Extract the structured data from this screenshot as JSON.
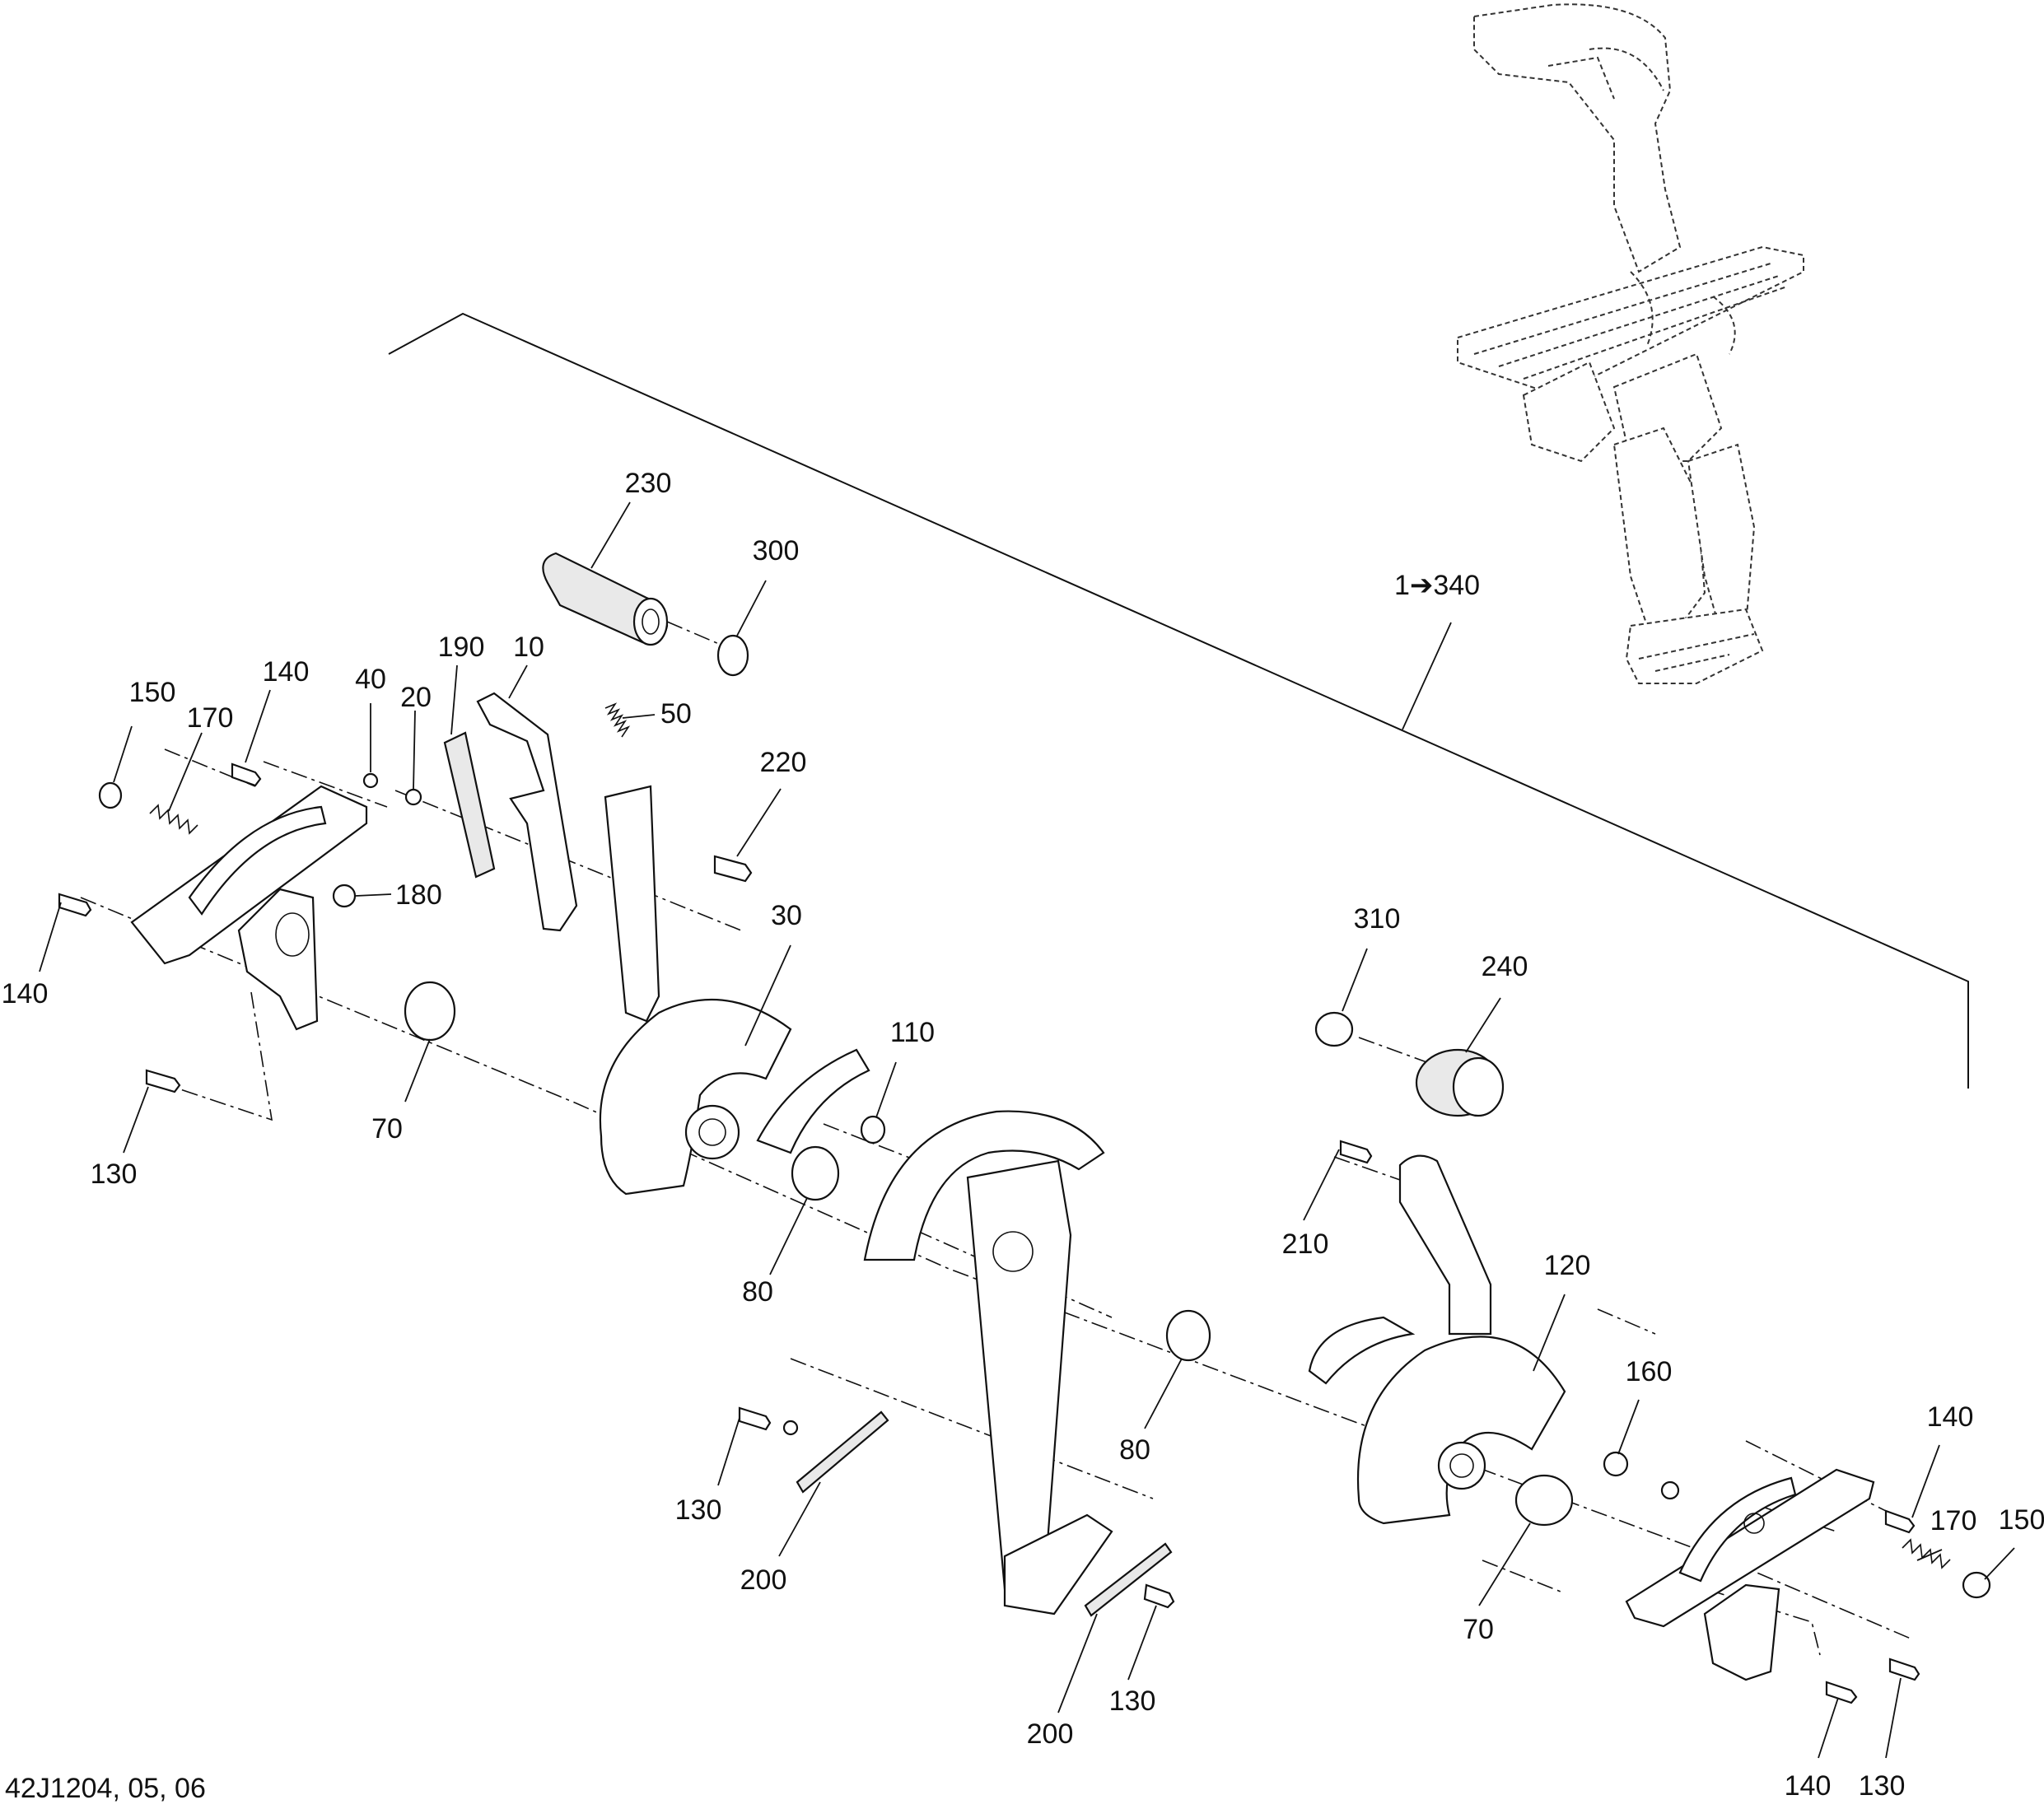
{
  "figure": {
    "reference_code": "42J1204, 05, 06",
    "assembly_callout": "1➔340"
  },
  "callouts": [
    {
      "id": "c230",
      "text": "230"
    },
    {
      "id": "c300",
      "text": "300"
    },
    {
      "id": "c190",
      "text": "190"
    },
    {
      "id": "c10",
      "text": "10"
    },
    {
      "id": "c50",
      "text": "50"
    },
    {
      "id": "c140a",
      "text": "140"
    },
    {
      "id": "c150a",
      "text": "150"
    },
    {
      "id": "c170a",
      "text": "170"
    },
    {
      "id": "c40",
      "text": "40"
    },
    {
      "id": "c20",
      "text": "20"
    },
    {
      "id": "c220",
      "text": "220"
    },
    {
      "id": "c180",
      "text": "180"
    },
    {
      "id": "c140b",
      "text": "140"
    },
    {
      "id": "c30",
      "text": "30"
    },
    {
      "id": "c70a",
      "text": "70"
    },
    {
      "id": "c130a",
      "text": "130"
    },
    {
      "id": "c110",
      "text": "110"
    },
    {
      "id": "c80a",
      "text": "80"
    },
    {
      "id": "c310",
      "text": "310"
    },
    {
      "id": "c240",
      "text": "240"
    },
    {
      "id": "c210",
      "text": "210"
    },
    {
      "id": "c120",
      "text": "120"
    },
    {
      "id": "c80b",
      "text": "80"
    },
    {
      "id": "c130b",
      "text": "130"
    },
    {
      "id": "c200a",
      "text": "200"
    },
    {
      "id": "c160",
      "text": "160"
    },
    {
      "id": "c140c",
      "text": "140"
    },
    {
      "id": "c170b",
      "text": "170"
    },
    {
      "id": "c150b",
      "text": "150"
    },
    {
      "id": "c70b",
      "text": "70"
    },
    {
      "id": "c200b",
      "text": "200"
    },
    {
      "id": "c130c",
      "text": "130"
    },
    {
      "id": "c140d",
      "text": "140"
    },
    {
      "id": "c130d",
      "text": "130"
    }
  ]
}
